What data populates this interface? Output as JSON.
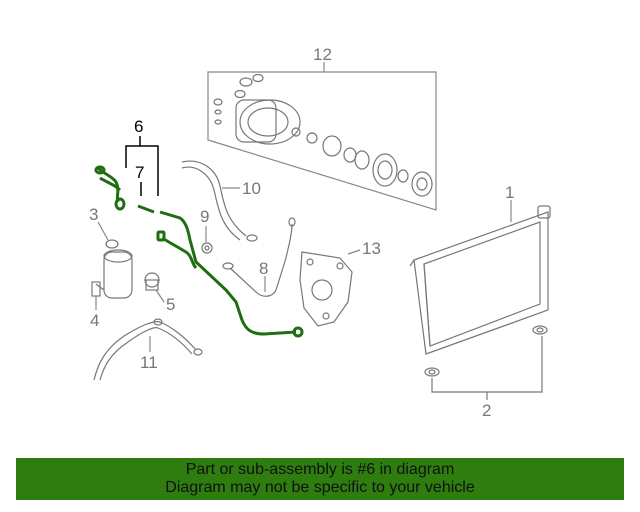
{
  "diagram": {
    "callouts": {
      "c1": "1",
      "c2": "2",
      "c3": "3",
      "c4": "4",
      "c5": "5",
      "c6": "6",
      "c7": "7",
      "c8": "8",
      "c9": "9",
      "c10": "10",
      "c11": "11",
      "c12": "12",
      "c13": "13"
    },
    "highlighted_part": "6",
    "highlight_color": "#1f6e12"
  },
  "banner": {
    "line1": "Part or sub-assembly is #6 in diagram",
    "line2": "Diagram may not be specific to your vehicle",
    "background": "#2e7d0e"
  }
}
